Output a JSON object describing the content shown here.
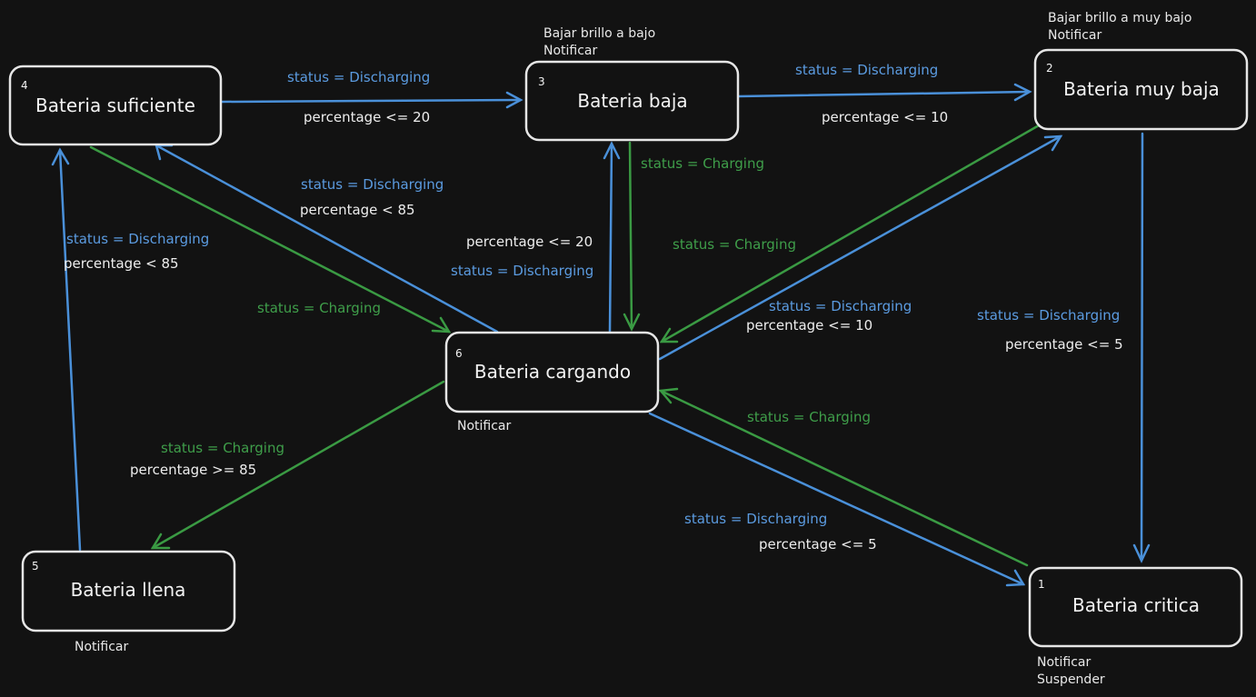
{
  "colors": {
    "background": "#121212",
    "node_stroke": "#e6e6e6",
    "discharging_edge": "#4a90d9",
    "charging_edge": "#3a9a43",
    "discharging_text": "#5b9be0",
    "charging_text": "#3f9e4a",
    "condition_text": "#ededed"
  },
  "nodes": {
    "suficiente": {
      "number": "4",
      "title": "Bateria suficiente"
    },
    "baja": {
      "number": "3",
      "title": "Bateria baja",
      "notes": [
        "Bajar brillo a bajo",
        "Notificar"
      ]
    },
    "muy_baja": {
      "number": "2",
      "title": "Bateria muy baja",
      "notes": [
        "Bajar brillo a muy bajo",
        "Notificar"
      ]
    },
    "cargando": {
      "number": "6",
      "title": "Bateria cargando",
      "notes": [
        "Notificar"
      ]
    },
    "llena": {
      "number": "5",
      "title": "Bateria llena",
      "notes": [
        "Notificar"
      ]
    },
    "critica": {
      "number": "1",
      "title": "Bateria critica",
      "notes": [
        "Notificar",
        "Suspender"
      ]
    }
  },
  "labels": {
    "suf_baja_status": "status = Discharging",
    "suf_baja_cond": "percentage <= 20",
    "baja_muy_status": "status = Discharging",
    "baja_muy_cond": "percentage <= 10",
    "carg_suf_status": "status = Discharging",
    "carg_suf_cond": "percentage < 85",
    "llena_suf_status": "status = Discharging",
    "llena_suf_cond": "percentage < 85",
    "baja_carg_status": "status = Charging",
    "carg_baja_cond": "percentage <= 20",
    "carg_baja_status": "status = Discharging",
    "muy_carg_status": "status = Charging",
    "suf_carg_status": "status = Charging",
    "carg_muy_status": "status = Discharging",
    "carg_muy_cond": "percentage <= 10",
    "muy_crit_status": "status = Discharging",
    "muy_crit_cond": "percentage <= 5",
    "crit_carg_status": "status = Charging",
    "carg_llena_status": "status = Charging",
    "carg_llena_cond": "percentage >= 85",
    "carg_crit_status": "status = Discharging",
    "carg_crit_cond": "percentage <= 5"
  }
}
